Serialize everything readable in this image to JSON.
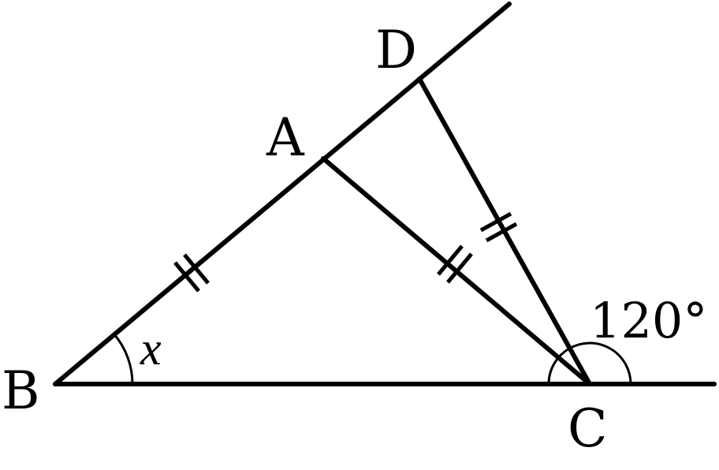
{
  "points": {
    "A": "A",
    "B": "B",
    "C": "C",
    "D": "D"
  },
  "angles": {
    "at_B": "x",
    "exterior_at_C": "120°"
  },
  "colors": {
    "line": "#000000",
    "background": "#ffffff"
  }
}
